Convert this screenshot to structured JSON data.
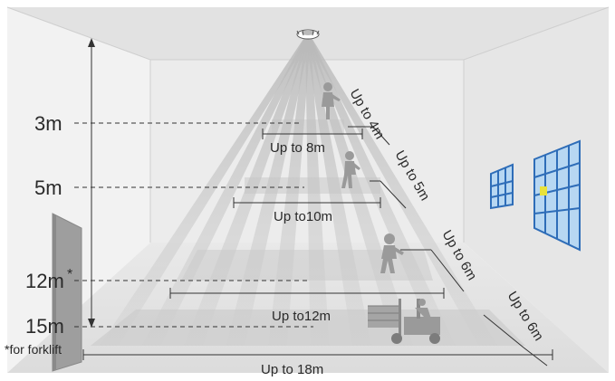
{
  "heights": [
    {
      "label": "3m"
    },
    {
      "label": "5m"
    },
    {
      "label": "12m"
    },
    {
      "label": "15m"
    }
  ],
  "footnote_marker": "*",
  "footnote": "*for forklift",
  "diameters": [
    {
      "label": "Up to 8m"
    },
    {
      "label": "Up to10m"
    },
    {
      "label": "Up to12m"
    },
    {
      "label": "Up to 18m"
    }
  ],
  "radii": [
    {
      "label": "Up to 4m"
    },
    {
      "label": "Up to 5m"
    },
    {
      "label": "Up to 6m"
    },
    {
      "label": "Up to 6m"
    }
  ],
  "colors": {
    "wall_light": "#f1f1f1",
    "wall_side": "#d6d6d6",
    "ceiling": "#e2e2e2",
    "beam": "#c8c8c8",
    "figure": "#9a9a9a",
    "window_frame": "#2e6db8",
    "window_glass": "#b7d7f2"
  },
  "icons": [
    "sensor-icon",
    "person-icon",
    "forklift-icon",
    "window-icon"
  ]
}
